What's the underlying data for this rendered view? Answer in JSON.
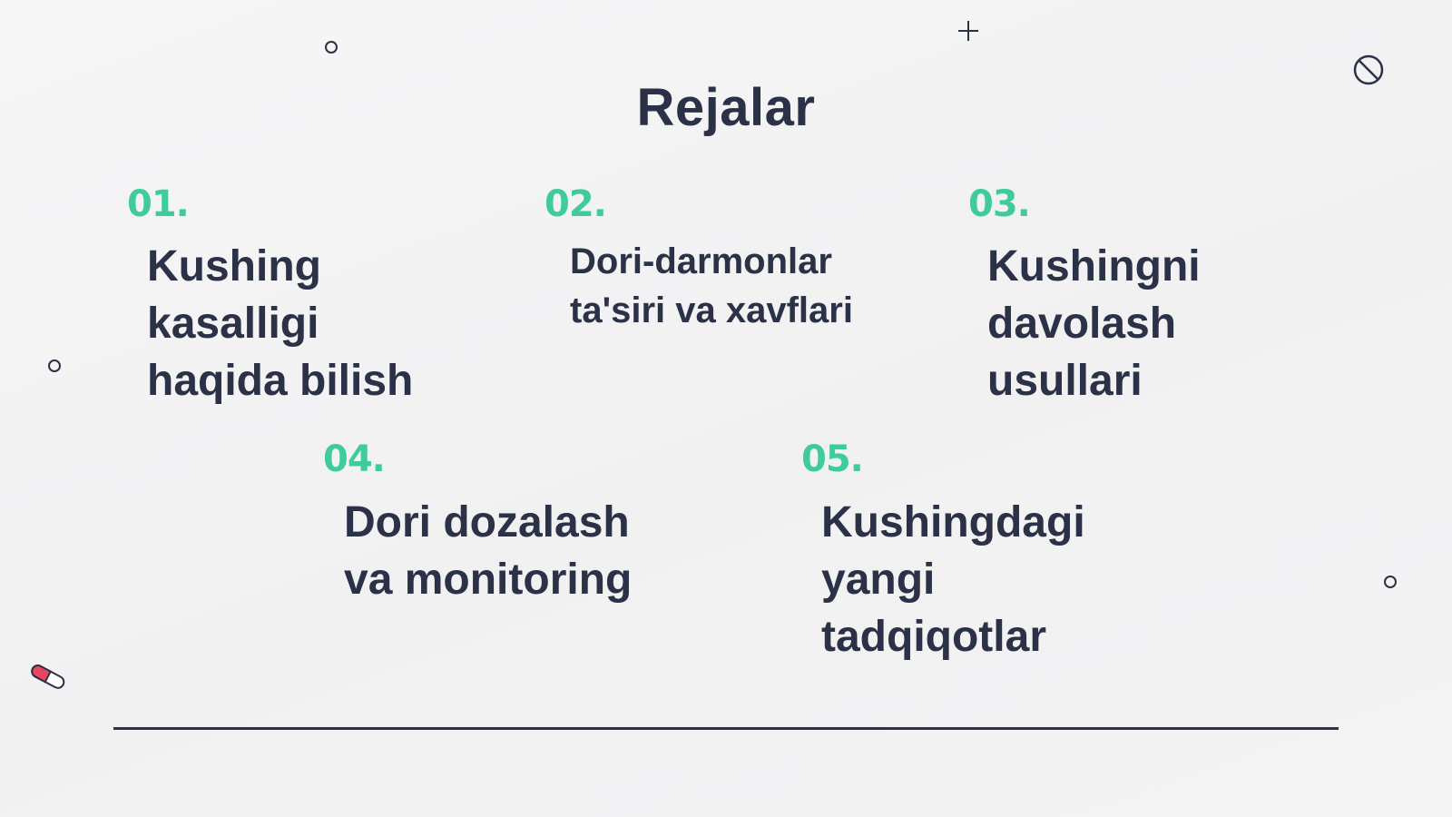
{
  "slide": {
    "title": "Rejalar",
    "items": [
      {
        "number": "01.",
        "text": "Kushing\nkasalligi\nhaqida bilish"
      },
      {
        "number": "02.",
        "text": "Dori-darmonlar\nta'siri va xavflari"
      },
      {
        "number": "03.",
        "text": "Kushingni\ndavolash\nusullari"
      },
      {
        "number": "04.",
        "text": "Dori dozalash\nva monitoring"
      },
      {
        "number": "05.",
        "text": "Kushingdagi\nyangi\ntadqiqotlar"
      }
    ]
  },
  "colors": {
    "accent": "#3fcc9a",
    "text": "#2b3147",
    "background": "#f3f3f4",
    "pill_red": "#e8455e"
  },
  "decorations": {
    "icons": [
      "circle-icon",
      "plus-icon",
      "no-entry-icon",
      "pill-icon"
    ]
  }
}
